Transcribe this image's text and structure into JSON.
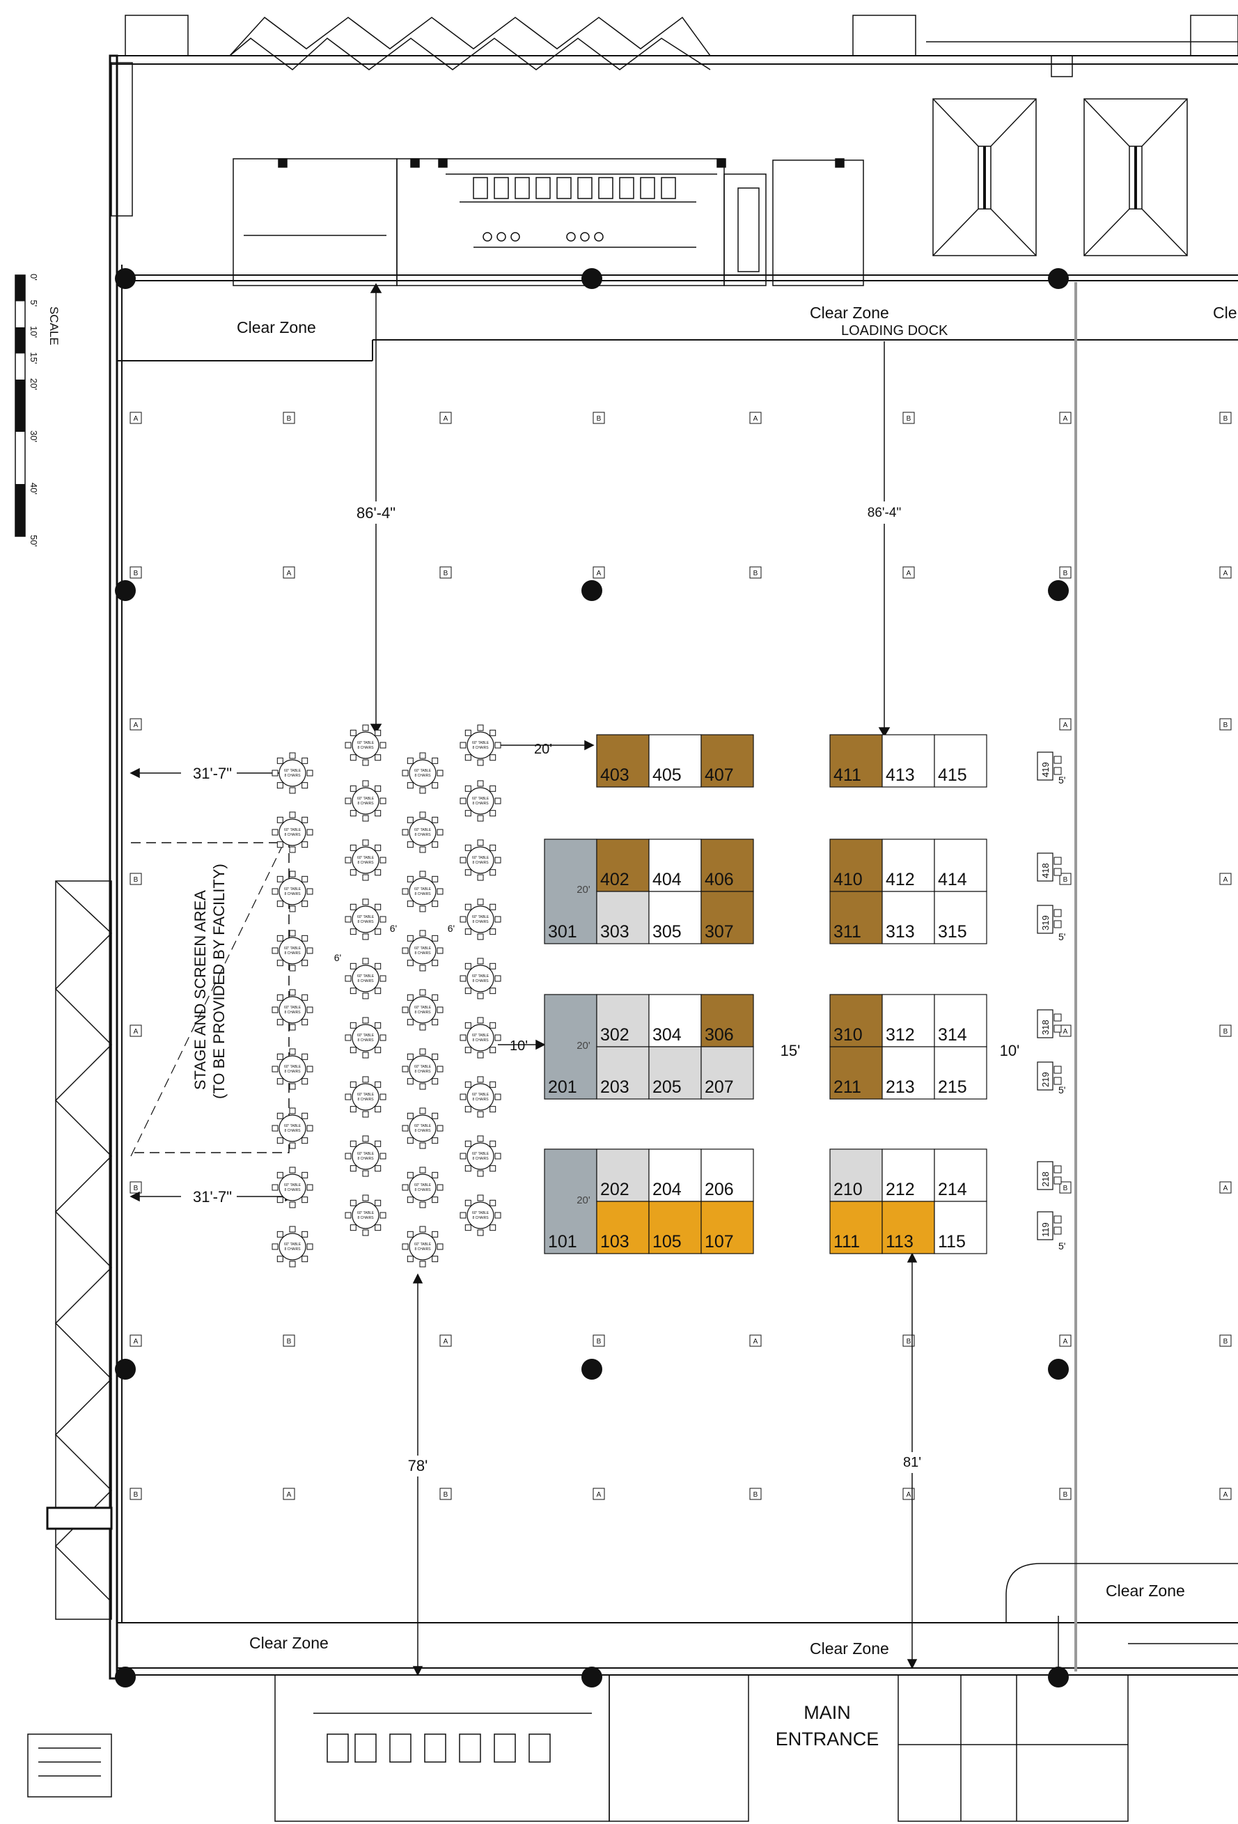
{
  "labels": {
    "scale": "SCALE",
    "loading_dock": "LOADING DOCK",
    "main_entrance_1": "MAIN",
    "main_entrance_2": "ENTRANCE",
    "stage_1": "STAGE AND SCREEN AREA",
    "stage_2": "(TO BE PROVIDED BY FACILITY)",
    "clear_zones": [
      "Clear Zone",
      "Clear Zone",
      "Cle",
      "Clear Zone",
      "Clear Zone",
      "Clear Zone"
    ]
  },
  "scale_ticks": [
    "0'",
    "5'",
    "10'",
    "15'",
    "20'",
    "30'",
    "40'",
    "50'"
  ],
  "dimensions": {
    "top_left": "86'-4\"",
    "top_right": "86'-4\"",
    "left_upper": "31'-7\"",
    "left_lower": "31'-7\"",
    "aisle_upper": "20'",
    "aisle_mid": "10'",
    "aisle_15": "15'",
    "aisle_10": "10'",
    "bottom_left": "78'",
    "bottom_right": "81'",
    "table_gap_a": "6'",
    "table_gap_b": "6'",
    "table_gap_c": "6'",
    "booth_20a": "20'",
    "booth_20b": "20'",
    "booth_20c": "20'",
    "side_5a": "5'",
    "side_5b": "5'",
    "side_5c": "5'",
    "side_5d": "5'"
  },
  "column_marker_letters": [
    "A",
    "B"
  ],
  "colors": {
    "brown": "#a0742d",
    "gold": "#e8a21c",
    "slate": "#a2abb1",
    "light_gray": "#d9d9d9",
    "white": "#ffffff",
    "line": "#111111"
  },
  "booths": [
    {
      "num": "403",
      "color": "brown"
    },
    {
      "num": "405",
      "color": "white"
    },
    {
      "num": "407",
      "color": "brown"
    },
    {
      "num": "411",
      "color": "brown"
    },
    {
      "num": "413",
      "color": "white"
    },
    {
      "num": "415",
      "color": "white"
    },
    {
      "num": "301",
      "color": "slate"
    },
    {
      "num": "402",
      "color": "brown"
    },
    {
      "num": "404",
      "color": "white"
    },
    {
      "num": "406",
      "color": "brown"
    },
    {
      "num": "303",
      "color": "light_gray"
    },
    {
      "num": "305",
      "color": "white"
    },
    {
      "num": "307",
      "color": "brown"
    },
    {
      "num": "410",
      "color": "brown"
    },
    {
      "num": "412",
      "color": "white"
    },
    {
      "num": "414",
      "color": "white"
    },
    {
      "num": "311",
      "color": "brown"
    },
    {
      "num": "313",
      "color": "white"
    },
    {
      "num": "315",
      "color": "white"
    },
    {
      "num": "201",
      "color": "slate"
    },
    {
      "num": "302",
      "color": "light_gray"
    },
    {
      "num": "304",
      "color": "white"
    },
    {
      "num": "306",
      "color": "brown"
    },
    {
      "num": "203",
      "color": "light_gray"
    },
    {
      "num": "205",
      "color": "light_gray"
    },
    {
      "num": "207",
      "color": "light_gray"
    },
    {
      "num": "310",
      "color": "brown"
    },
    {
      "num": "312",
      "color": "white"
    },
    {
      "num": "314",
      "color": "white"
    },
    {
      "num": "211",
      "color": "brown"
    },
    {
      "num": "213",
      "color": "white"
    },
    {
      "num": "215",
      "color": "white"
    },
    {
      "num": "101",
      "color": "slate"
    },
    {
      "num": "202",
      "color": "light_gray"
    },
    {
      "num": "204",
      "color": "white"
    },
    {
      "num": "206",
      "color": "white"
    },
    {
      "num": "103",
      "color": "gold"
    },
    {
      "num": "105",
      "color": "gold"
    },
    {
      "num": "107",
      "color": "gold"
    },
    {
      "num": "210",
      "color": "light_gray"
    },
    {
      "num": "212",
      "color": "white"
    },
    {
      "num": "214",
      "color": "white"
    },
    {
      "num": "111",
      "color": "gold"
    },
    {
      "num": "113",
      "color": "gold"
    },
    {
      "num": "115",
      "color": "white"
    }
  ],
  "side_booths": [
    "419",
    "418",
    "319",
    "318",
    "219",
    "218",
    "119"
  ],
  "table_label": "60\" TABLE\n8 CHAIRS"
}
